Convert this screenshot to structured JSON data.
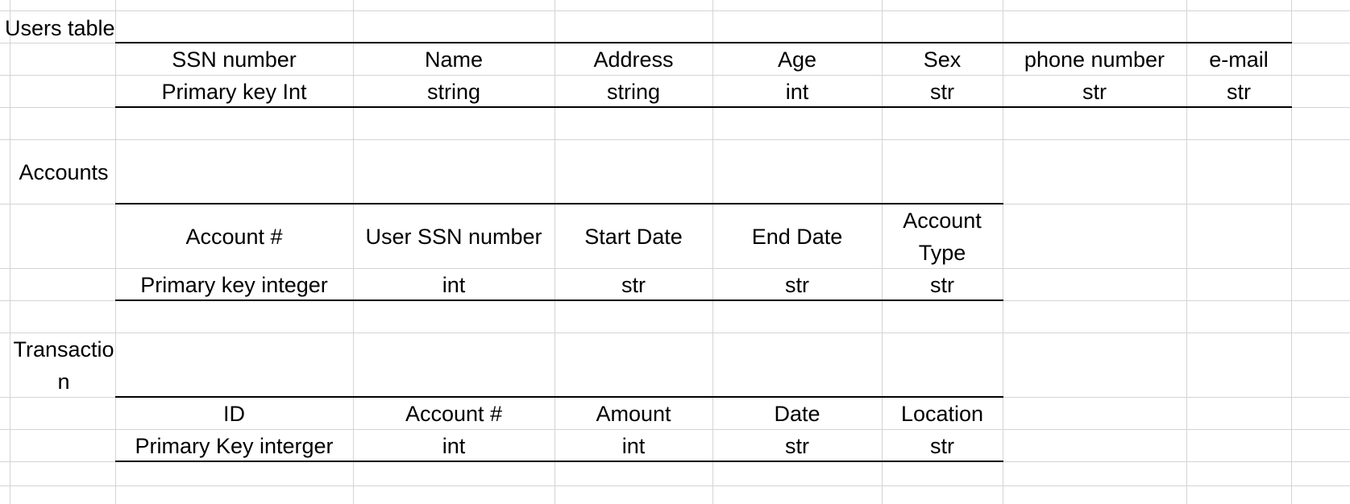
{
  "sheet": {
    "labels": {
      "users_title": "Users table",
      "accounts_title": "Accounts",
      "transaction_title": "Transaction"
    },
    "users": {
      "headers": [
        "SSN number",
        "Name",
        "Address",
        "Age",
        "Sex",
        "phone number",
        "e-mail"
      ],
      "types": [
        "Primary key Int",
        "string",
        "string",
        "int",
        "str",
        "str",
        "str"
      ]
    },
    "accounts": {
      "headers": [
        "Account #",
        "User SSN number",
        "Start Date",
        "End Date",
        "Account Type"
      ],
      "types": [
        "Primary key integer",
        "int",
        "str",
        "str",
        "str"
      ]
    },
    "transaction": {
      "headers": [
        "ID",
        "Account #",
        "Amount",
        "Date",
        "Location"
      ],
      "types": [
        "Primary Key interger",
        "int",
        "int",
        "str",
        "str"
      ]
    }
  }
}
